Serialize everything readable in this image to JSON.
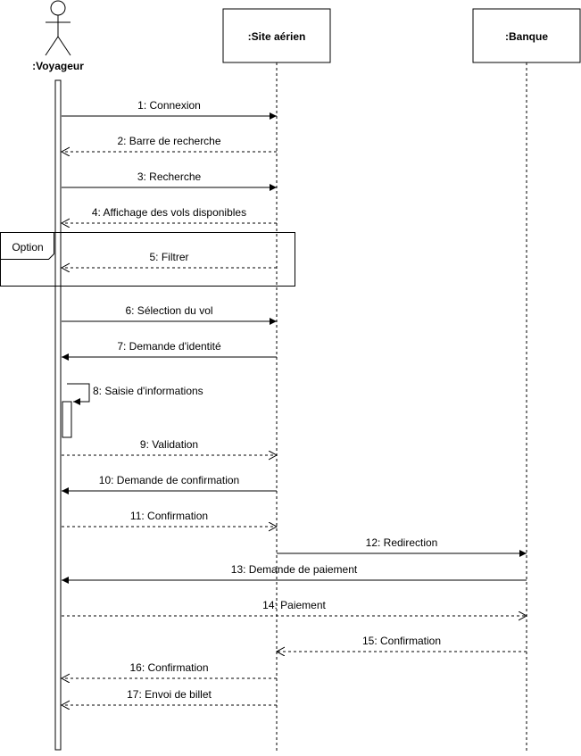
{
  "participants": [
    {
      "id": "voyageur",
      "label": ":Voyageur",
      "kind": "actor"
    },
    {
      "id": "site",
      "label": ":Site aérien",
      "kind": "box"
    },
    {
      "id": "banque",
      "label": ":Banque",
      "kind": "box"
    }
  ],
  "fragment": {
    "label": "Option"
  },
  "messages": [
    {
      "label": "1: Connexion",
      "from": "voyageur",
      "to": "site",
      "style": "sync"
    },
    {
      "label": "2: Barre de recherche",
      "from": "site",
      "to": "voyageur",
      "style": "return"
    },
    {
      "label": "3: Recherche",
      "from": "voyageur",
      "to": "site",
      "style": "sync"
    },
    {
      "label": "4: Affichage des vols disponibles",
      "from": "site",
      "to": "voyageur",
      "style": "return"
    },
    {
      "label": "5: Filtrer",
      "from": "site",
      "to": "voyageur",
      "style": "return"
    },
    {
      "label": "6: Sélection du vol",
      "from": "voyageur",
      "to": "site",
      "style": "sync"
    },
    {
      "label": "7: Demande d'identité",
      "from": "site",
      "to": "voyageur",
      "style": "sync"
    },
    {
      "label": "8: Saisie d'informations",
      "from": "voyageur",
      "to": "voyageur",
      "style": "self"
    },
    {
      "label": "9: Validation",
      "from": "voyageur",
      "to": "site",
      "style": "return"
    },
    {
      "label": "10: Demande de confirmation",
      "from": "site",
      "to": "voyageur",
      "style": "sync"
    },
    {
      "label": "11: Confirmation",
      "from": "voyageur",
      "to": "site",
      "style": "return"
    },
    {
      "label": "12: Redirection",
      "from": "site",
      "to": "banque",
      "style": "sync"
    },
    {
      "label": "13: Demande de paiement",
      "from": "banque",
      "to": "voyageur",
      "style": "sync"
    },
    {
      "label": "14: Paiement",
      "from": "voyageur",
      "to": "banque",
      "style": "return"
    },
    {
      "label": "15: Confirmation",
      "from": "banque",
      "to": "site",
      "style": "return"
    },
    {
      "label": "16: Confirmation",
      "from": "site",
      "to": "voyageur",
      "style": "return"
    },
    {
      "label": "17: Envoi de billet",
      "from": "site",
      "to": "voyageur",
      "style": "return"
    }
  ]
}
